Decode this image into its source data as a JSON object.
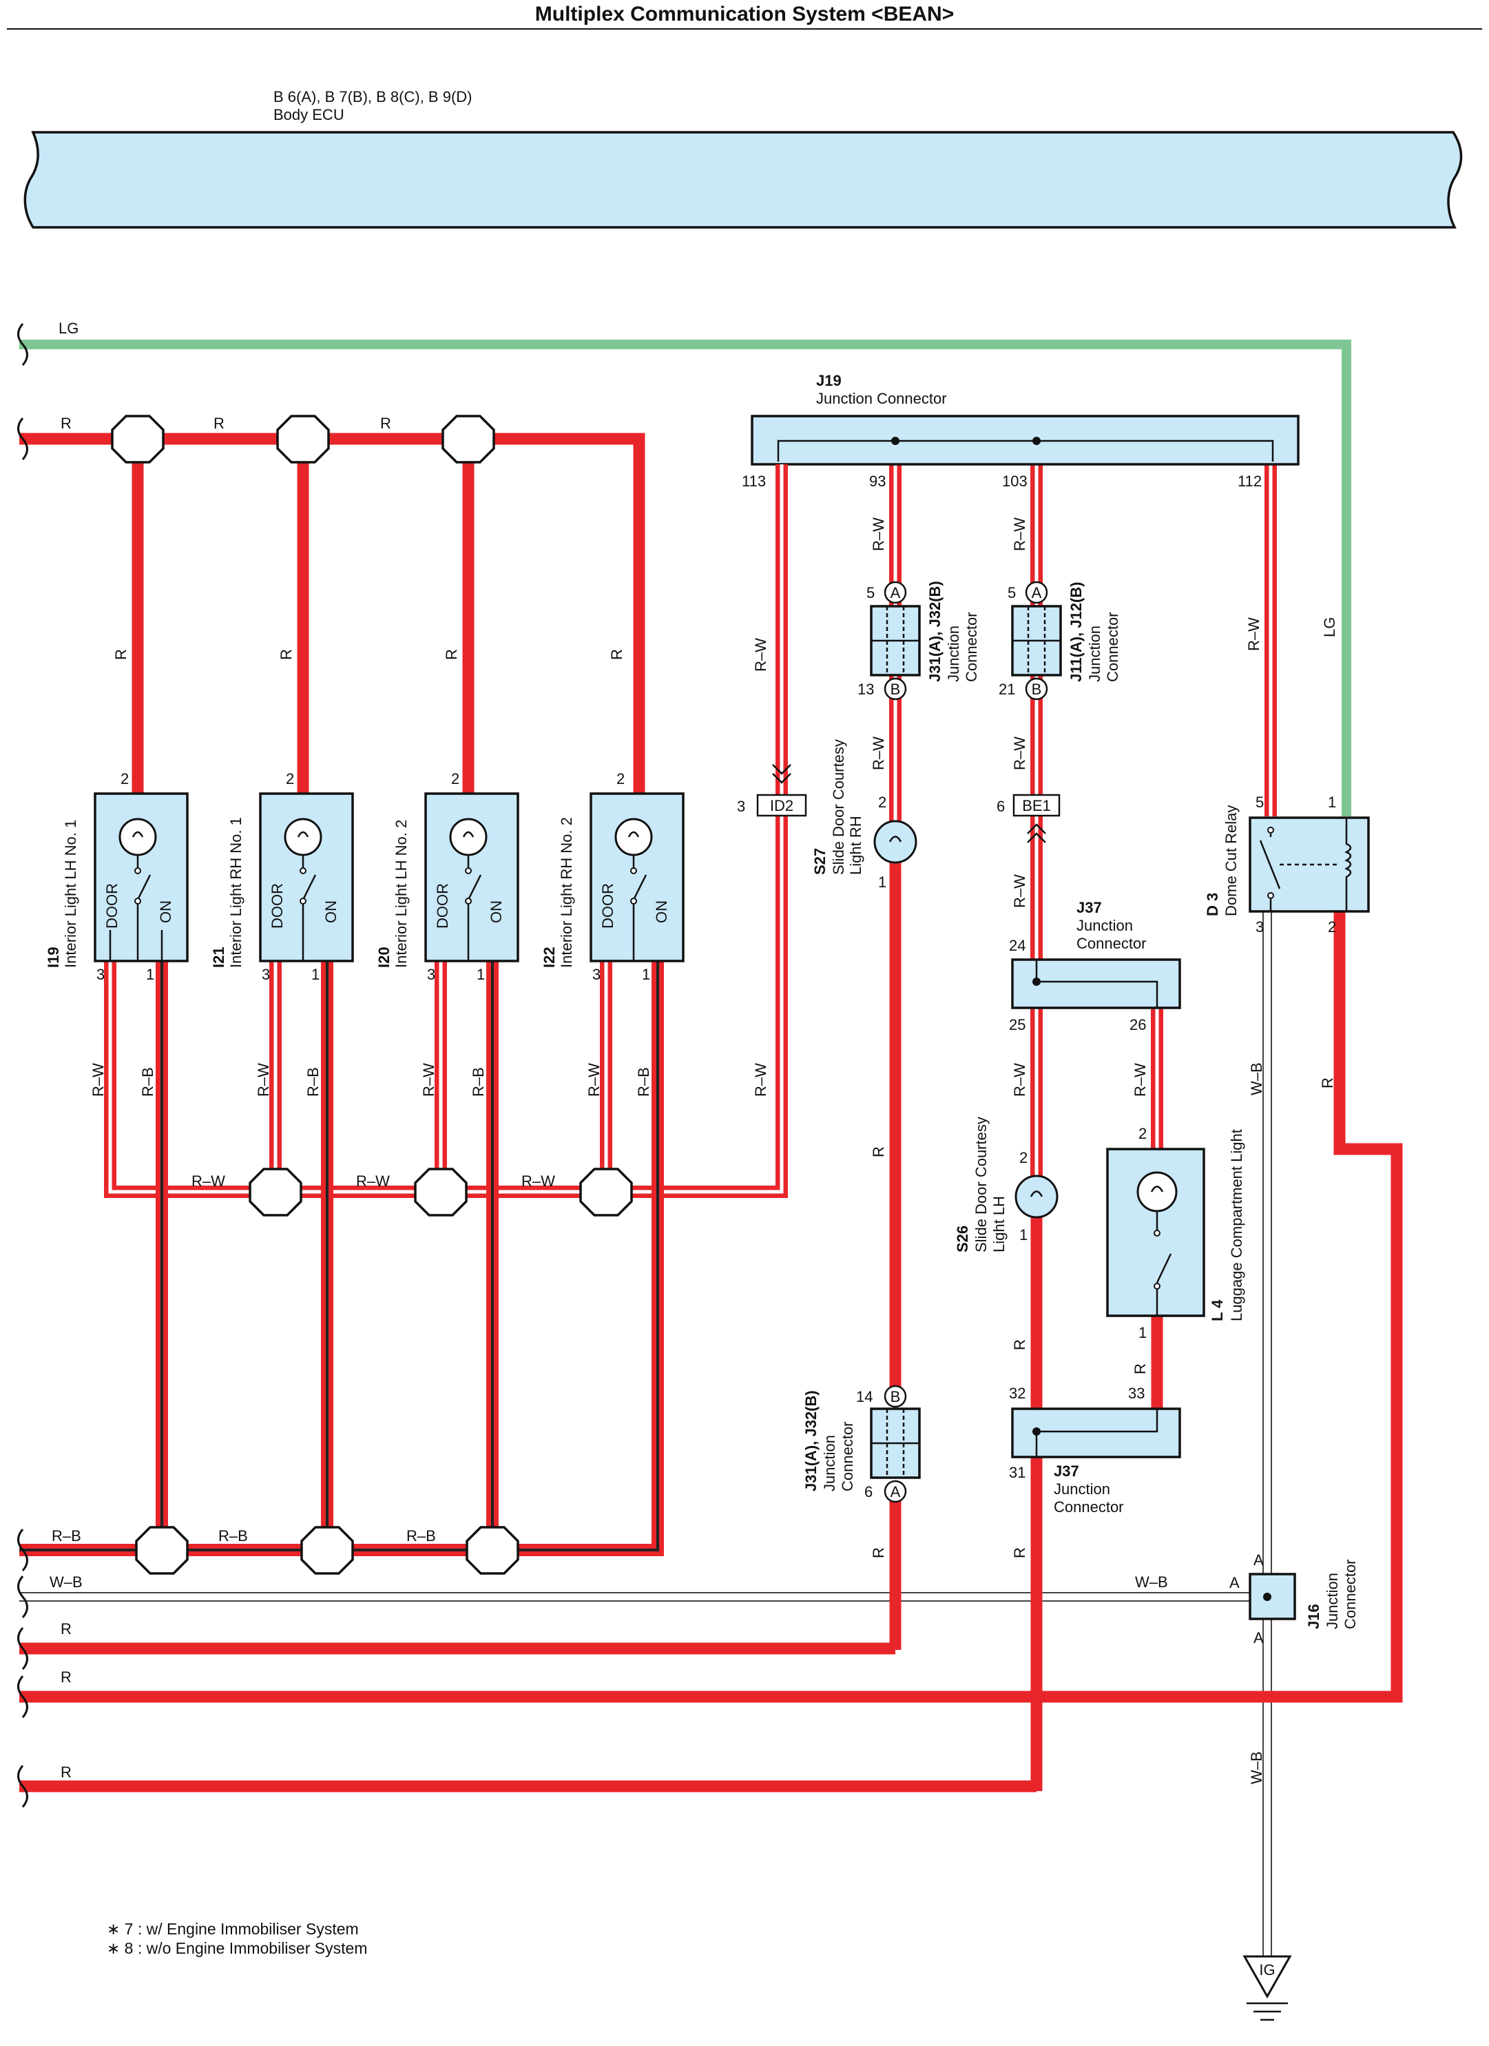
{
  "title": "Multiplex Communication System <BEAN>",
  "ecu": {
    "ref": "B 6(A), B 7(B), B 8(C), B 9(D)",
    "name": "Body ECU"
  },
  "wires": {
    "lg": "LG",
    "r": "R",
    "rw": "R–W",
    "rb": "R–B",
    "wb": "W–B"
  },
  "components": {
    "j19": {
      "ref": "J19",
      "name": "Junction Connector",
      "pins": [
        "113",
        "93",
        "103",
        "112"
      ]
    },
    "i19": {
      "ref": "I19",
      "name": "Interior Light LH No. 1"
    },
    "i21": {
      "ref": "I21",
      "name": "Interior Light RH No. 1"
    },
    "i20": {
      "ref": "I20",
      "name": "Interior Light LH No. 2"
    },
    "i22": {
      "ref": "I22",
      "name": "Interior Light RH No. 2"
    },
    "lamp_labels": {
      "door": "DOOR",
      "on": "ON"
    },
    "j31a": {
      "ref": "J31(A), J32(B)",
      "name1": "Junction",
      "name2": "Connector",
      "pin_top": "5",
      "pin_bot": "13",
      "a": "A",
      "b": "B"
    },
    "j11": {
      "ref": "J11(A), J12(B)",
      "name1": "Junction",
      "name2": "Connector",
      "pin_top": "5",
      "pin_bot": "21",
      "a": "A",
      "b": "B"
    },
    "s27": {
      "ref": "S27",
      "name1": "Slide Door Courtesy",
      "name2": "Light RH"
    },
    "s26": {
      "ref": "S26",
      "name1": "Slide Door Courtesy",
      "name2": "Light LH"
    },
    "id2": {
      "ref": "ID2",
      "pin": "3"
    },
    "be1": {
      "ref": "BE1",
      "pin": "6"
    },
    "d3": {
      "ref": "D 3",
      "name": "Dome Cut Relay"
    },
    "j37_top": {
      "ref": "J37",
      "name1": "Junction",
      "name2": "Connector"
    },
    "j37_bot": {
      "ref": "J37",
      "name1": "Junction",
      "name2": "Connector"
    },
    "l4": {
      "ref": "L 4",
      "name": "Luggage Compartment Light"
    },
    "j31b": {
      "ref": "J31(A), J32(B)",
      "name1": "Junction",
      "name2": "Connector",
      "pin_top": "14",
      "pin_bot": "6",
      "a": "A",
      "b": "B"
    },
    "j16": {
      "ref": "J16",
      "name1": "Junction",
      "name2": "Connector",
      "pin": "A"
    },
    "ground": "IG"
  },
  "footnotes": [
    "∗ 7 : w/ Engine Immobiliser System",
    "∗ 8 : w/o Engine Immobiliser System"
  ]
}
